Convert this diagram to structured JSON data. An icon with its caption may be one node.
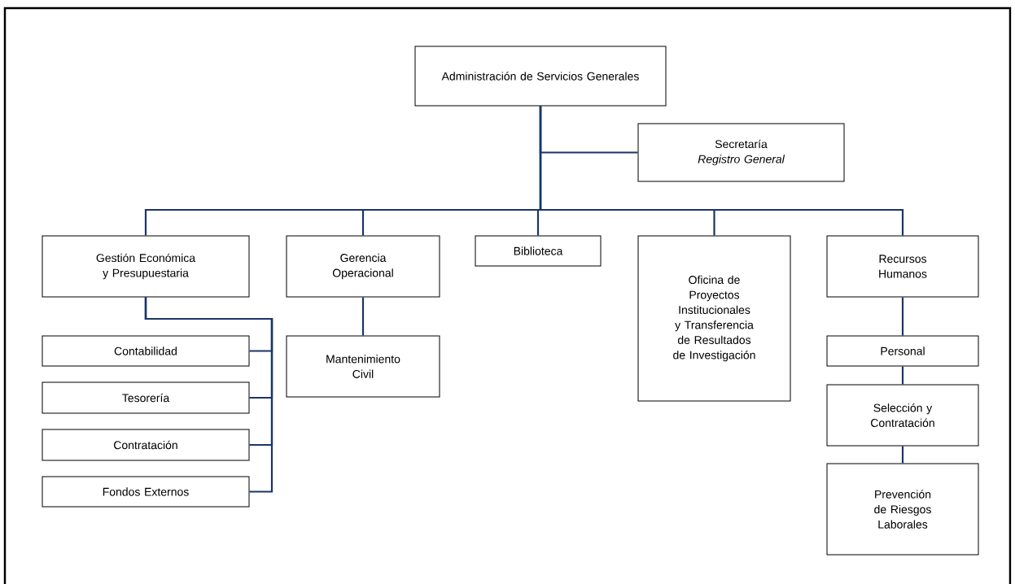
{
  "diagram": {
    "nodes": [
      {
        "text": [
          "Administración de Servicios Generales"
        ]
      },
      {
        "text": [
          "Secretaría",
          "Registro General"
        ]
      },
      {
        "text": [
          "Gestión Económica y Presupuestaria"
        ]
      },
      {
        "text": [
          "Gerencia Operacional"
        ]
      },
      {
        "text": [
          "Biblioteca"
        ]
      },
      {
        "text": [
          "Oficina de Proyectos Institucionales y Transferencia de Resultados de Investigación"
        ]
      },
      {
        "text": [
          "Recursos Humanos"
        ]
      },
      {
        "text": [
          "Contabilidad"
        ]
      },
      {
        "text": [
          "Tesorería"
        ]
      },
      {
        "text": [
          "Contratación"
        ]
      },
      {
        "text": [
          "Fondos Externos"
        ]
      },
      {
        "text": [
          "Mantenimiento Civil"
        ]
      },
      {
        "text": [
          "Personal"
        ]
      },
      {
        "text": [
          "Selección y Contratación"
        ]
      },
      {
        "text": [
          "Prevención de Riesgos Laborales"
        ]
      }
    ],
    "edges": [
      {
        "from": 0,
        "to": 1,
        "arrow": "none"
      },
      {
        "from": 0,
        "to": 2,
        "arrow": "none"
      },
      {
        "from": 0,
        "to": 3,
        "arrow": "none"
      },
      {
        "from": 0,
        "to": 4,
        "arrow": "none"
      },
      {
        "from": 0,
        "to": 5,
        "arrow": "none"
      },
      {
        "from": 0,
        "to": 6,
        "arrow": "none"
      },
      {
        "from": 2,
        "to": 7,
        "arrow": "none"
      },
      {
        "from": 2,
        "to": 8,
        "arrow": "none"
      },
      {
        "from": 2,
        "to": 9,
        "arrow": "none"
      },
      {
        "from": 2,
        "to": 10,
        "arrow": "none"
      },
      {
        "from": 3,
        "to": 11,
        "arrow": "none"
      },
      {
        "from": 6,
        "to": 12,
        "arrow": "none"
      },
      {
        "from": 12,
        "to": 13,
        "arrow": "none"
      },
      {
        "from": 13,
        "to": 14,
        "arrow": "none"
      }
    ]
  }
}
